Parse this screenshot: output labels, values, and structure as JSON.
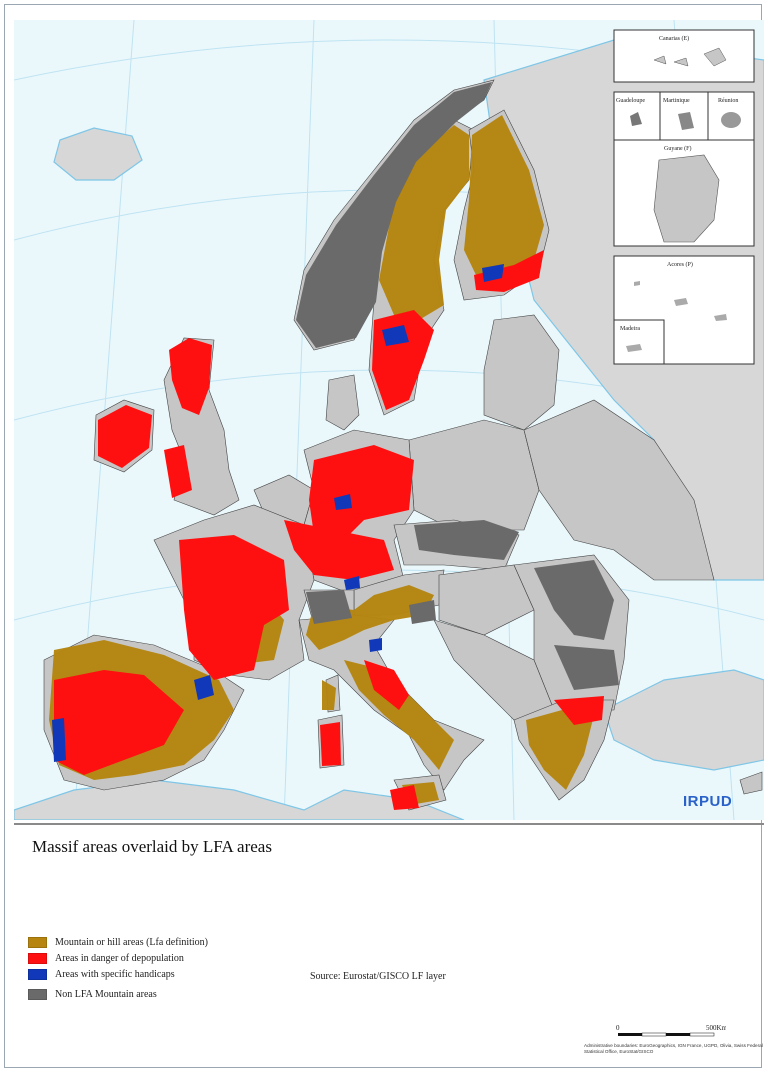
{
  "map": {
    "brand": "IRPUD",
    "colors": {
      "sea": "#eaf8fc",
      "coast": "#7fc6e6",
      "land_other": "#d7d7d7",
      "land_eu": "#c6c6c6",
      "graticule": "#bfe3f2"
    },
    "insets": {
      "canarias": "Canarias (E)",
      "guadeloupe": "Guadeloupe",
      "martinique": "Martinique",
      "reunion": "Réunion",
      "guyane": "Guyane (F)",
      "acores": "Acores (P)",
      "madeira": "Madeira"
    }
  },
  "legend": {
    "title": "Massif areas overlaid by LFA areas",
    "items": [
      {
        "label": "Mountain or hill areas (Lfa definition)",
        "color": "#b5850f"
      },
      {
        "label": "Areas in danger of depopulation",
        "color": "#ff1010"
      },
      {
        "label": "Areas with specific handicaps",
        "color": "#1038b8"
      },
      {
        "label": "Non LFA Mountain areas",
        "color": "#6a6a6a"
      }
    ],
    "source": "Source: Eurostat/GISCO LF layer",
    "scale": {
      "start": "0",
      "end": "500Km"
    },
    "admin_note": "Administrative boundaries: EuroGeographics, IGN France, UGPD, Olivia, Swiss Federal Statistical Office, EuroStat/GISCO"
  }
}
